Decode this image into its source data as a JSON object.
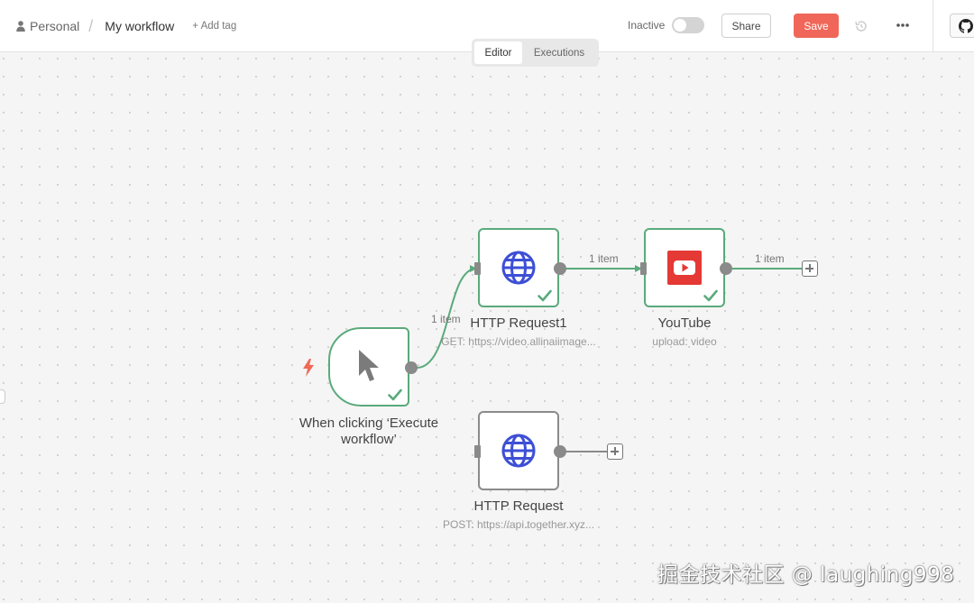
{
  "header": {
    "project": "Personal",
    "separator": "/",
    "workflow_name": "My workflow",
    "add_tag": "+ Add tag",
    "active_label": "Inactive",
    "share_label": "Share",
    "save_label": "Save"
  },
  "tabs": [
    {
      "label": "Editor",
      "active": true
    },
    {
      "label": "Executions",
      "active": false
    }
  ],
  "nodes": {
    "trigger": {
      "title_line1": "When clicking ‘Execute",
      "title_line2": "workflow’",
      "icon": "cursor-icon",
      "status": "success"
    },
    "http1": {
      "title": "HTTP Request1",
      "subtitle": "GET: https://video.allinaiimage...",
      "icon": "globe-icon",
      "status": "success"
    },
    "youtube": {
      "title": "YouTube",
      "subtitle": "upload: video",
      "icon": "youtube-icon",
      "status": "success"
    },
    "http2": {
      "title": "HTTP Request",
      "subtitle": "POST: https://api.together.xyz...",
      "icon": "globe-icon"
    }
  },
  "edges": {
    "trigger_to_http1": "1 item",
    "http1_to_youtube": "1 item",
    "youtube_out": "1 item"
  },
  "colors": {
    "success": "#5aaa7c",
    "save": "#f0675a",
    "globe": "#3d4fd6",
    "youtube": "#e53935",
    "trigger_bolt": "#ef6a55"
  },
  "watermark": "掘金技术社区 @ laughing998"
}
